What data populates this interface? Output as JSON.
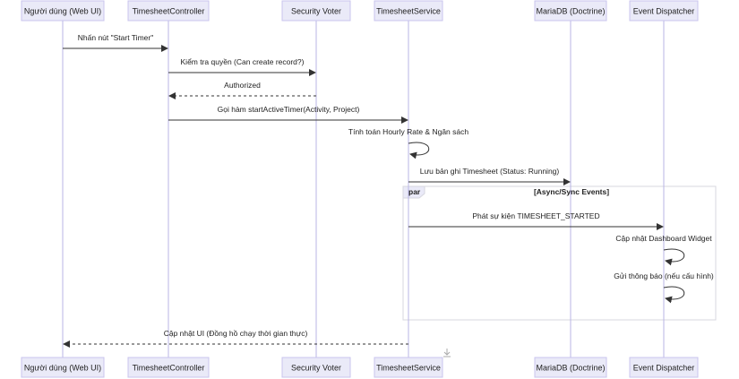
{
  "participants": [
    {
      "id": "ui",
      "label": "Người dùng (Web UI)"
    },
    {
      "id": "ctrl",
      "label": "TimesheetController"
    },
    {
      "id": "voter",
      "label": "Security Voter"
    },
    {
      "id": "svc",
      "label": "TimesheetService"
    },
    {
      "id": "db",
      "label": "MariaDB (Doctrine)"
    },
    {
      "id": "evt",
      "label": "Event Dispatcher"
    }
  ],
  "messages": [
    {
      "from": "ui",
      "to": "ctrl",
      "label": "Nhấn nút \"Start Timer\"",
      "style": "solid"
    },
    {
      "from": "ctrl",
      "to": "voter",
      "label": "Kiểm tra quyền (Can create record?)",
      "style": "solid"
    },
    {
      "from": "voter",
      "to": "ctrl",
      "label": "Authorized",
      "style": "dashed"
    },
    {
      "from": "ctrl",
      "to": "svc",
      "label": "Gọi hàm startActiveTimer(Activity, Project)",
      "style": "solid"
    },
    {
      "from": "svc",
      "to": "svc",
      "label": "Tính toán Hourly Rate & Ngân sách",
      "style": "self"
    },
    {
      "from": "svc",
      "to": "db",
      "label": "Lưu bản ghi Timesheet (Status: Running)",
      "style": "solid"
    },
    {
      "from": "svc",
      "to": "evt",
      "label": "Phát sự kiện TIMESHEET_STARTED",
      "style": "solid"
    },
    {
      "from": "evt",
      "to": "evt",
      "label": "Cập nhật Dashboard Widget",
      "style": "self"
    },
    {
      "from": "evt",
      "to": "evt",
      "label": "Gửi thông báo (nếu cấu hình)",
      "style": "self"
    },
    {
      "from": "svc",
      "to": "ui",
      "label": "Cập nhật UI (Đồng hồ chạy thời gian thực)",
      "style": "dashed"
    }
  ],
  "fragment": {
    "type": "par",
    "condition": "[Async/Sync Events]"
  }
}
